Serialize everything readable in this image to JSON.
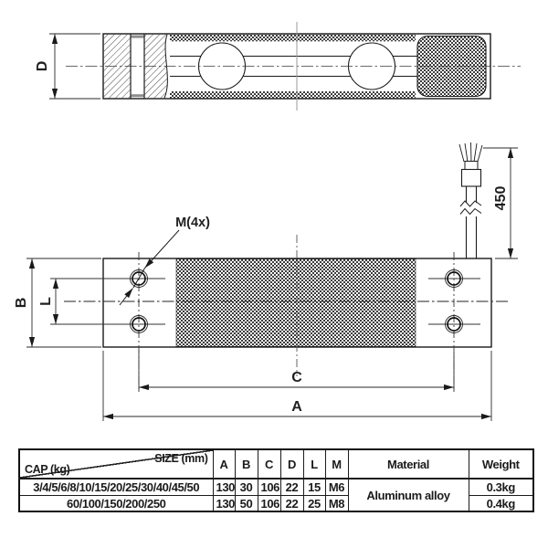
{
  "drawing": {
    "d": "D",
    "b": "B",
    "l": "L",
    "c": "C",
    "a": "A",
    "thread_callout": "M(4x)",
    "cable_length": "450",
    "line_color": "#1a1a1a"
  },
  "table": {
    "size_header": "SIZE (mm)",
    "cap_header": "CAP (kg)",
    "columns": [
      "A",
      "B",
      "C",
      "D",
      "L",
      "M"
    ],
    "material_header": "Material",
    "weight_header": "Weight",
    "material_value": "Aluminum alloy",
    "rows": [
      {
        "cap": "3/4/5/6/8/10/15/20/25/30/40/45/50",
        "a": "130",
        "b": "30",
        "c": "106",
        "d": "22",
        "l": "15",
        "m": "M6",
        "weight": "0.3kg"
      },
      {
        "cap": "60/100/150/200/250",
        "a": "130",
        "b": "50",
        "c": "106",
        "d": "22",
        "l": "25",
        "m": "M8",
        "weight": "0.4kg"
      }
    ]
  }
}
